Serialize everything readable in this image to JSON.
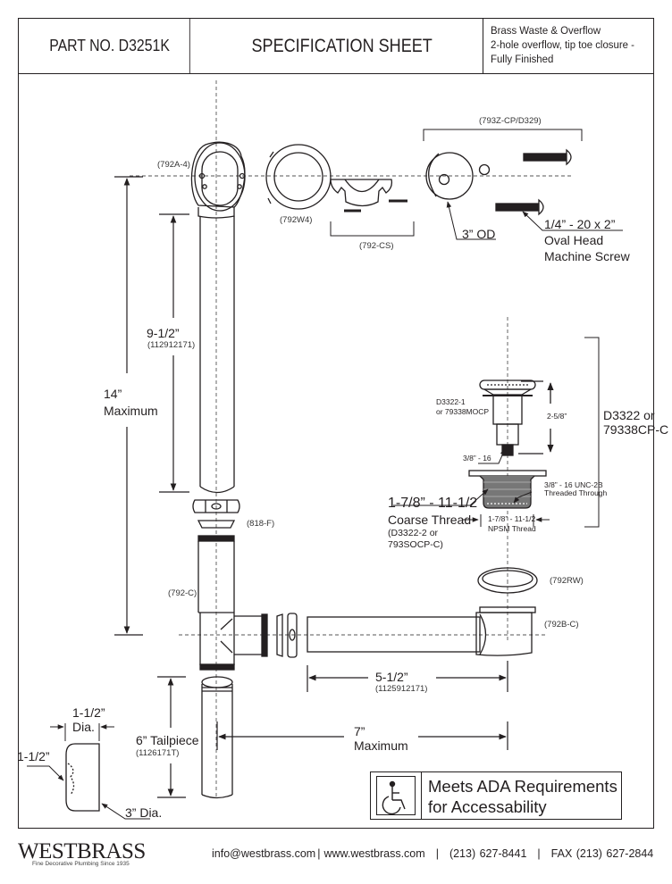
{
  "header": {
    "part_no": "PART NO.  D3251K",
    "title": "SPECIFICATION SHEET",
    "description": [
      "Brass Waste & Overflow",
      "2-hole overflow, tip toe closure -",
      "Fully Finished"
    ]
  },
  "parts": {
    "elbow": "(792A-4)",
    "washer": "(792W4)",
    "clip_set": "(792-CS)",
    "faceplate": "(793Z-CP/D329)",
    "faceplate_od": "3” OD",
    "screw_size": "1/4” - 20 x 2”",
    "screw_type_1": "Oval Head",
    "screw_type_2": "Machine Screw",
    "overflow_tube_len": "9-1/2”",
    "overflow_tube_part": "(112912171)",
    "max_height": "14”",
    "max_height_label": "Maximum",
    "friction_washer": "(818-F)",
    "tee": "(792-C)",
    "stopper_part_1": "D3322-1",
    "stopper_part_1b": "or 79338MOCP",
    "stopper_height": "2-5/8”",
    "stopper_thread": "3/8” - 16",
    "stopper_assembly_1": "D3322 or",
    "stopper_assembly_2": "79338CP-C",
    "unc_thread_1": "3/8” - 16 UNC-2B",
    "unc_thread_2": "Threaded Through",
    "coarse_thread_1": "1-7/8” - 11-1/2",
    "coarse_thread_2": "Coarse Thread",
    "coarse_part_1": "(D3322-2 or",
    "coarse_part_2": "793SOCP-C)",
    "npsm_1": "1-7/8” - 11-1/2",
    "npsm_2": "NPSM Thread",
    "rubber_washer": "(792RW)",
    "shoe": "(792B-C)",
    "waste_arm_len": "5-1/2”",
    "waste_arm_part": "(1125912171)",
    "reach": "7”",
    "reach_label": "Maximum",
    "tailpiece": "6” Tailpiece",
    "tailpiece_part": "(1126171T)",
    "tail_dia": "1-1/2”",
    "tail_dia_label": "Dia.",
    "tail_side": "1-1/2”",
    "tail_bottom": "3” Dia."
  },
  "ada": {
    "icon": "wheelchair-icon",
    "line1": "Meets  ADA Requirements",
    "line2": "for Accessability"
  },
  "footer": {
    "brand": "WESTBRASS",
    "tagline": "Fine Decorative Plumbing Since 1935",
    "email": "info@westbrass.com",
    "website": "www.westbrass.com",
    "phone": "(213) 627-8441",
    "fax": "FAX (213) 627-2844"
  }
}
